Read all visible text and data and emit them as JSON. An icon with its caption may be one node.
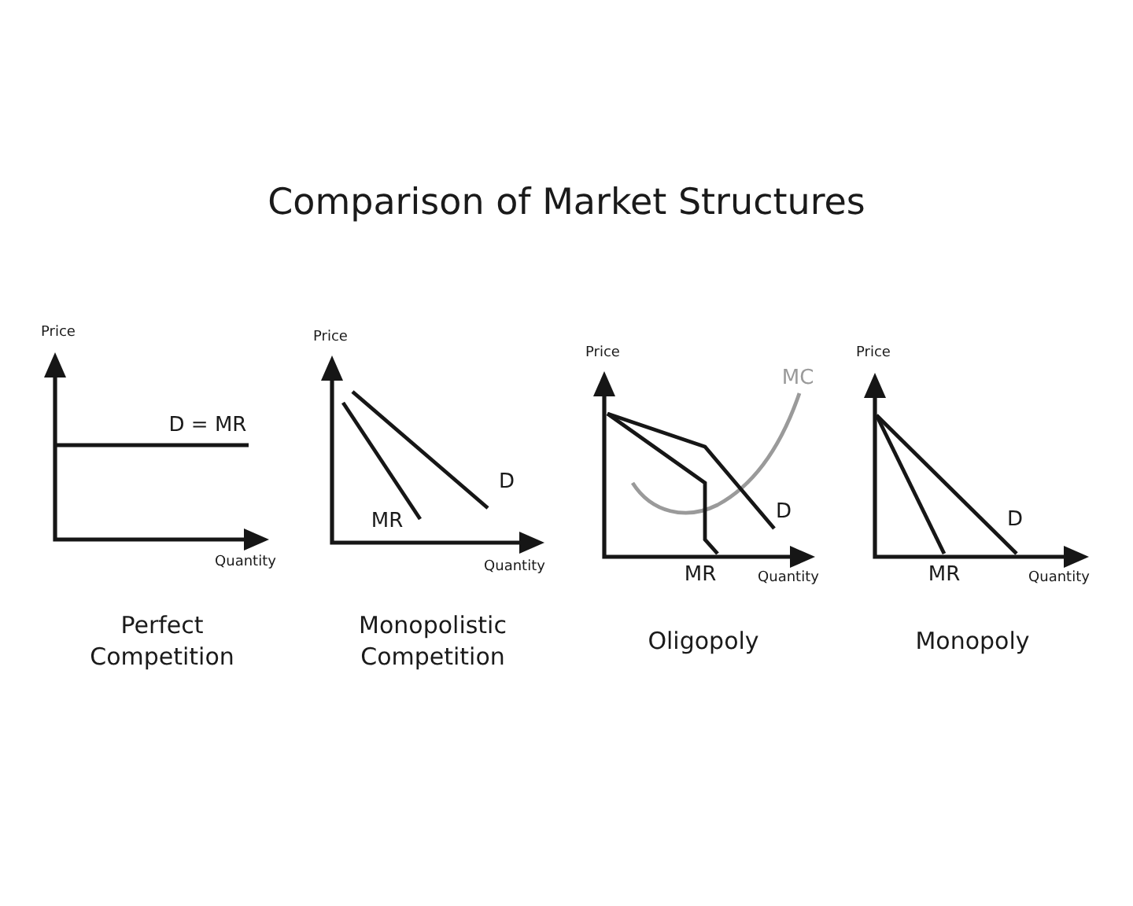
{
  "diagram": {
    "title": "Comparison of Market Structures",
    "labels": [
      "Price",
      "D = MR",
      "Quantity",
      "Perfect Competition",
      "Price",
      "D",
      "MR",
      "Quantity",
      "Monopolistic Competition",
      "Price",
      "MC",
      "D",
      "MR",
      "Quantity",
      "Oligopoly",
      "Price",
      "D",
      "MR",
      "Quantity",
      "Monopoly"
    ]
  }
}
